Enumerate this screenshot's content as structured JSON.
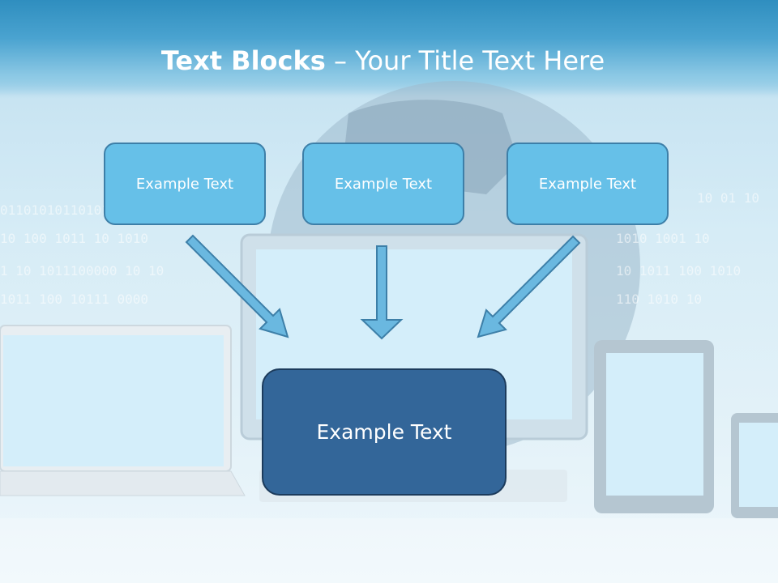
{
  "slide": {
    "title_bold": "Text Blocks",
    "title_rest": " – Your Title Text Here"
  },
  "blocks": [
    {
      "label": "Example Text"
    },
    {
      "label": "Example Text"
    },
    {
      "label": "Example Text"
    }
  ],
  "center_block": {
    "label": "Example Text"
  },
  "colors": {
    "top_box_fill": "#66c0e8",
    "top_box_border": "#3d7fa8",
    "center_box_fill": "#336699",
    "arrow_fill": "#6ab8e0"
  }
}
